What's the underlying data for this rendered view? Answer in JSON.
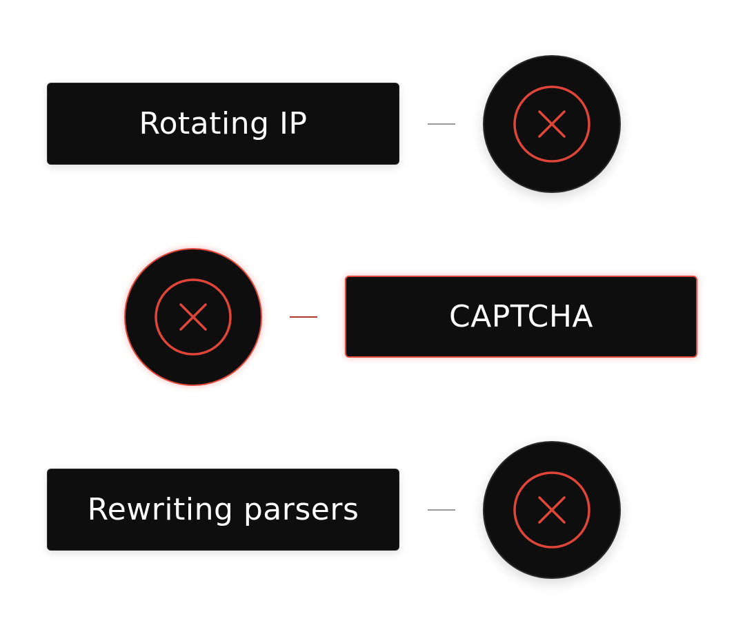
{
  "items": [
    {
      "label": "Rotating IP",
      "status_icon": "x-circle-icon",
      "highlighted": false
    },
    {
      "label": "CAPTCHA",
      "status_icon": "x-circle-icon",
      "highlighted": true
    },
    {
      "label": "Rewriting parsers",
      "status_icon": "x-circle-icon",
      "highlighted": false
    }
  ],
  "colors": {
    "accent": "#e0453a",
    "box": "#0e0e0e",
    "connector": "#9a9a9a",
    "connector_active": "#b0352c"
  }
}
